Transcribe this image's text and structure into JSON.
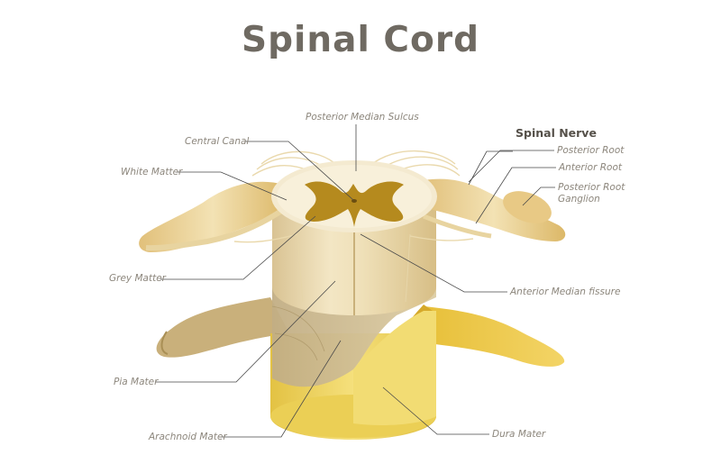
{
  "title": "Spinal Cord",
  "labels": {
    "posterior_median_sulcus": "Posterior Median Sulcus",
    "central_canal": "Central Canal",
    "white_matter": "White Matter",
    "grey_matter": "Grey Matter",
    "pia_mater": "Pia Mater",
    "arachnoid_mater": "Arachnoid Mater",
    "spinal_nerve": "Spinal Nerve",
    "posterior_root": "Posterior Root",
    "anterior_root": "Anterior Root",
    "posterior_root_ganglion_line1": "Posterior Root",
    "posterior_root_ganglion_line2": "Ganglion",
    "anterior_median_fissure": "Anterior Median fissure",
    "dura_mater": "Dura Mater"
  },
  "colors": {
    "title": "#6f6a62",
    "label": "#8c867c",
    "leader": "#4a4a4a",
    "dura": "#e9cd4e",
    "cord": "#ecdcb4",
    "grey_matter": "#b58a1e",
    "nerve": "#e4c98c"
  }
}
